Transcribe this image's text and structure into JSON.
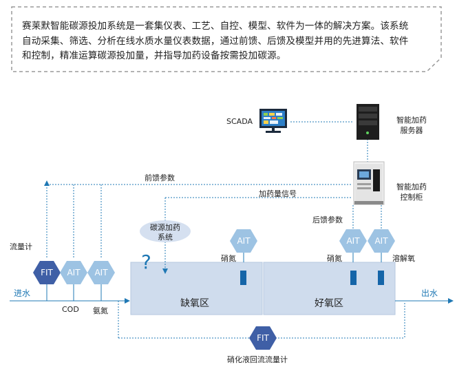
{
  "description": {
    "line1": "赛莱默智能碳源投加系统是一套集仪表、工艺、自控、模型、软件为一体的解决方案。该系统",
    "line2": "自动采集、筛选、分析在线水质水量仪表数据，通过前馈、后馈及模型并用的先进算法、软件",
    "line3": "和控制，精准运算碳源投加量，并指导加药设备按需投加碳源。"
  },
  "labels": {
    "scada": "SCADA",
    "server_line1": "智能加药",
    "server_line2": "服务器",
    "cabinet_line1": "智能加药",
    "cabinet_line2": "控制柜",
    "feedforward": "前馈参数",
    "dosing_signal": "加药量信号",
    "feedback": "后馈参数",
    "carbon_bubble_line1": "碳源加药",
    "carbon_bubble_line2": "系统",
    "question": "?",
    "flowmeter": "流量计",
    "nitrate_anoxic": "硝氮",
    "nitrate_aerobic": "硝氮",
    "dissolved_oxygen": "溶解氧",
    "inlet": "进水",
    "outlet": "出水",
    "cod": "COD",
    "ammonia": "氨氮",
    "anoxic_zone": "缺氧区",
    "aerobic_zone": "好氧区",
    "recycle_flowmeter": "硝化液回流流量计"
  },
  "instruments": {
    "fit_inlet": "FIT",
    "ait_cod": "AIT",
    "ait_ammonia": "AIT",
    "ait_nitrate_anoxic": "AIT",
    "ait_nitrate_aerobic": "AIT",
    "ait_do": "AIT",
    "fit_recycle": "FIT"
  },
  "colors": {
    "fit_hex": "#3f5fa6",
    "ait_hex": "#9dc3e3",
    "zone_fill": "#cfdced",
    "zone_border": "#b4c7df",
    "line_blue": "#1f78b4",
    "probe_blue": "#1565a8",
    "dashed_border": "#9a9a9a",
    "bubble_fill": "#d5e0f0"
  }
}
